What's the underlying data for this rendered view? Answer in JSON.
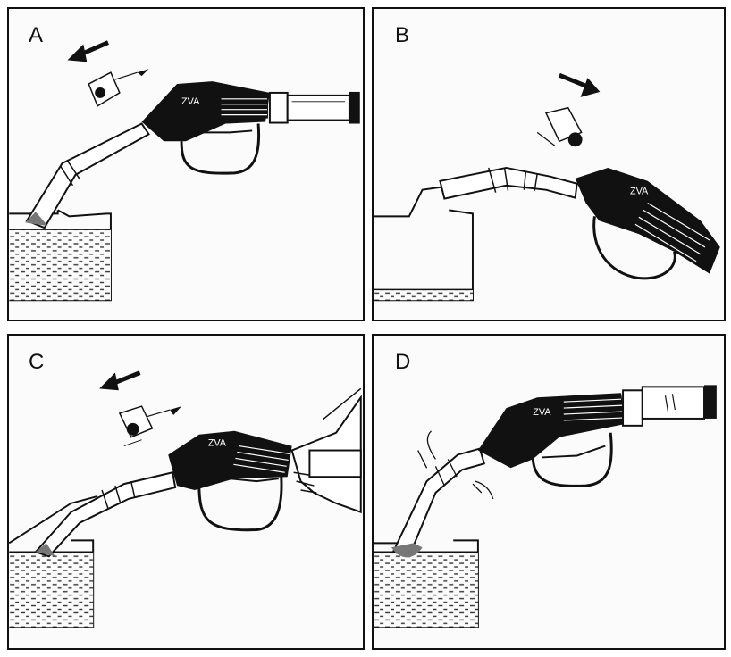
{
  "panels": [
    {
      "id": "A",
      "label": "A"
    },
    {
      "id": "B",
      "label": "B"
    },
    {
      "id": "C",
      "label": "C"
    },
    {
      "id": "D",
      "label": "D"
    }
  ],
  "colors": {
    "ink": "#111111",
    "background": "#fbfbfb",
    "liquid_dash": "#333333"
  }
}
